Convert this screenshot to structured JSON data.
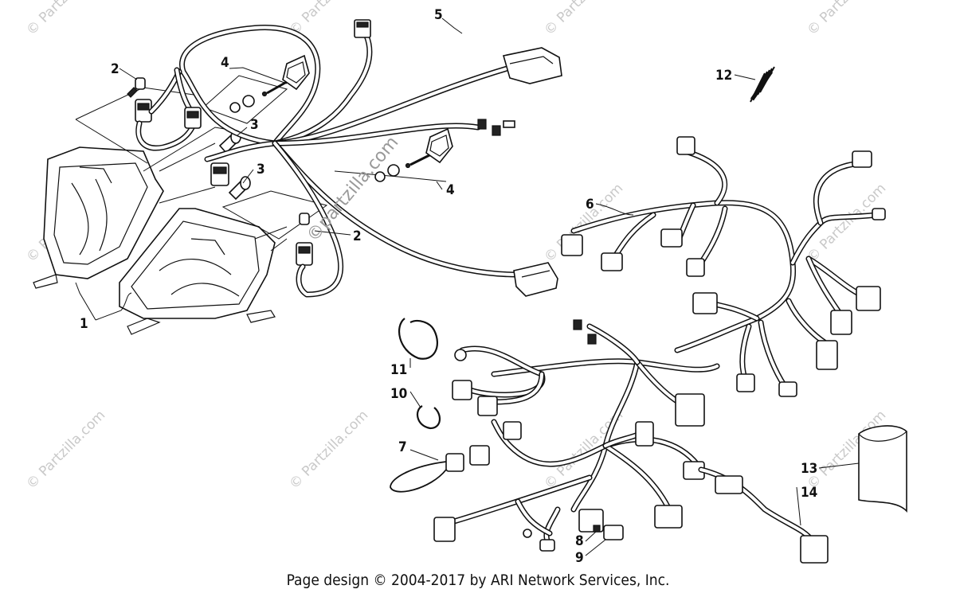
{
  "watermark": {
    "text": "© Partzilla.com",
    "center_text": "©partzilla.com"
  },
  "callouts": {
    "c1": "1",
    "c2a": "2",
    "c2b": "2",
    "c3a": "3",
    "c3b": "3",
    "c4a": "4",
    "c4b": "4",
    "c5": "5",
    "c6": "6",
    "c7": "7",
    "c8": "8",
    "c9": "9",
    "c10": "10",
    "c11": "11",
    "c12": "12",
    "c13": "13",
    "c14": "14"
  },
  "footer": {
    "text": "Page design © 2004-2017 by ARI Network Services, Inc."
  }
}
